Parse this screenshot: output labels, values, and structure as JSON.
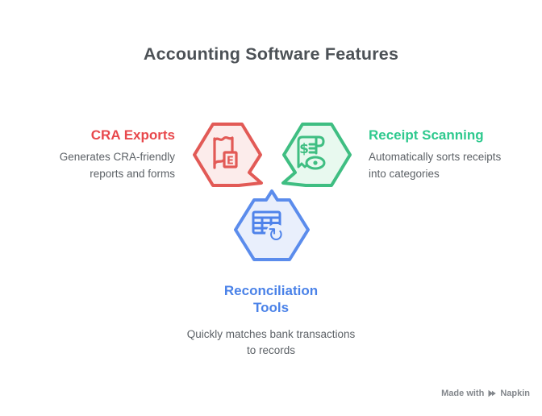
{
  "title": "Accounting Software Features",
  "features": [
    {
      "id": "cra-exports",
      "label": "CRA Exports",
      "description": "Generates CRA-friendly reports and forms",
      "icon": "map-export-icon",
      "icon_letter": "E",
      "accent_color": "#E8484C",
      "hex_border_color": "#E25A56",
      "hex_fill_color": "#FCECEB"
    },
    {
      "id": "receipt-scanning",
      "label": "Receipt Scanning",
      "description": "Automatically sorts receipts into categories",
      "icon": "receipt-eye-icon",
      "icon_symbol": "$",
      "accent_color": "#2EC98E",
      "hex_border_color": "#3FBE82",
      "hex_fill_color": "#E8F9EF"
    },
    {
      "id": "reconciliation-tools",
      "label": "Reconciliation Tools",
      "description": "Quickly matches bank transactions to records",
      "icon": "table-sync-icon",
      "sync_glyph": "↻",
      "accent_color": "#4A82E8",
      "hex_border_color": "#5B8CEC",
      "hex_fill_color": "#E9EFFC"
    }
  ],
  "watermark": {
    "prefix": "Made with",
    "brand": "Napkin"
  },
  "theme": {
    "background": "#FFFFFF",
    "title_color": "#4C5156",
    "body_text_color": "#5D6267",
    "watermark_color": "#83878C"
  }
}
